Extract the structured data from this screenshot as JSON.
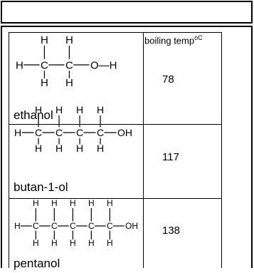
{
  "table": {
    "header": {
      "text": "boiling temp",
      "unit": "oC"
    },
    "rows": [
      {
        "name": "ethanol",
        "carbons": 2,
        "end_group": "O—H",
        "boiling": "78"
      },
      {
        "name": "butan-1-ol",
        "carbons": 4,
        "end_group": "OH",
        "boiling": "117"
      },
      {
        "name": "pentanol",
        "carbons": 5,
        "end_group": "OH",
        "boiling": "138"
      }
    ]
  }
}
